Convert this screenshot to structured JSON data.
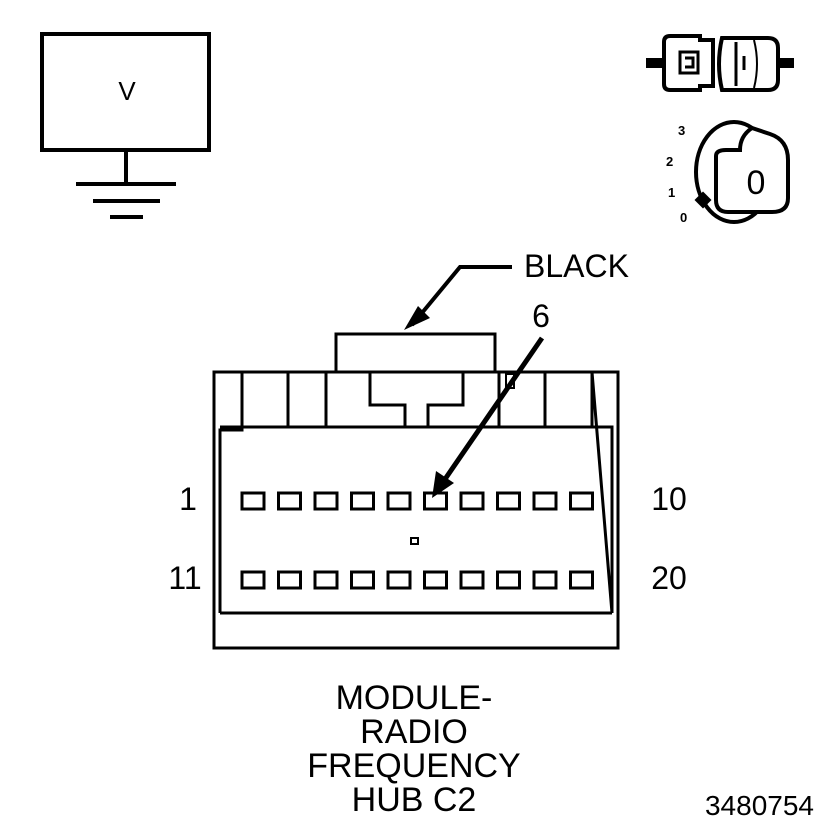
{
  "meter": {
    "symbol": "V"
  },
  "ignition_switch": {
    "positions": [
      "3",
      "2",
      "1",
      "0"
    ],
    "key_label": "0"
  },
  "connector": {
    "color_label": "BLACK",
    "pin_callout": "6",
    "row1_start": "1",
    "row1_end": "10",
    "row2_start": "11",
    "row2_end": "20"
  },
  "caption": {
    "line1": "MODULE-",
    "line2": "RADIO",
    "line3": "FREQUENCY",
    "line4": "HUB C2"
  },
  "figure_number": "3480754"
}
